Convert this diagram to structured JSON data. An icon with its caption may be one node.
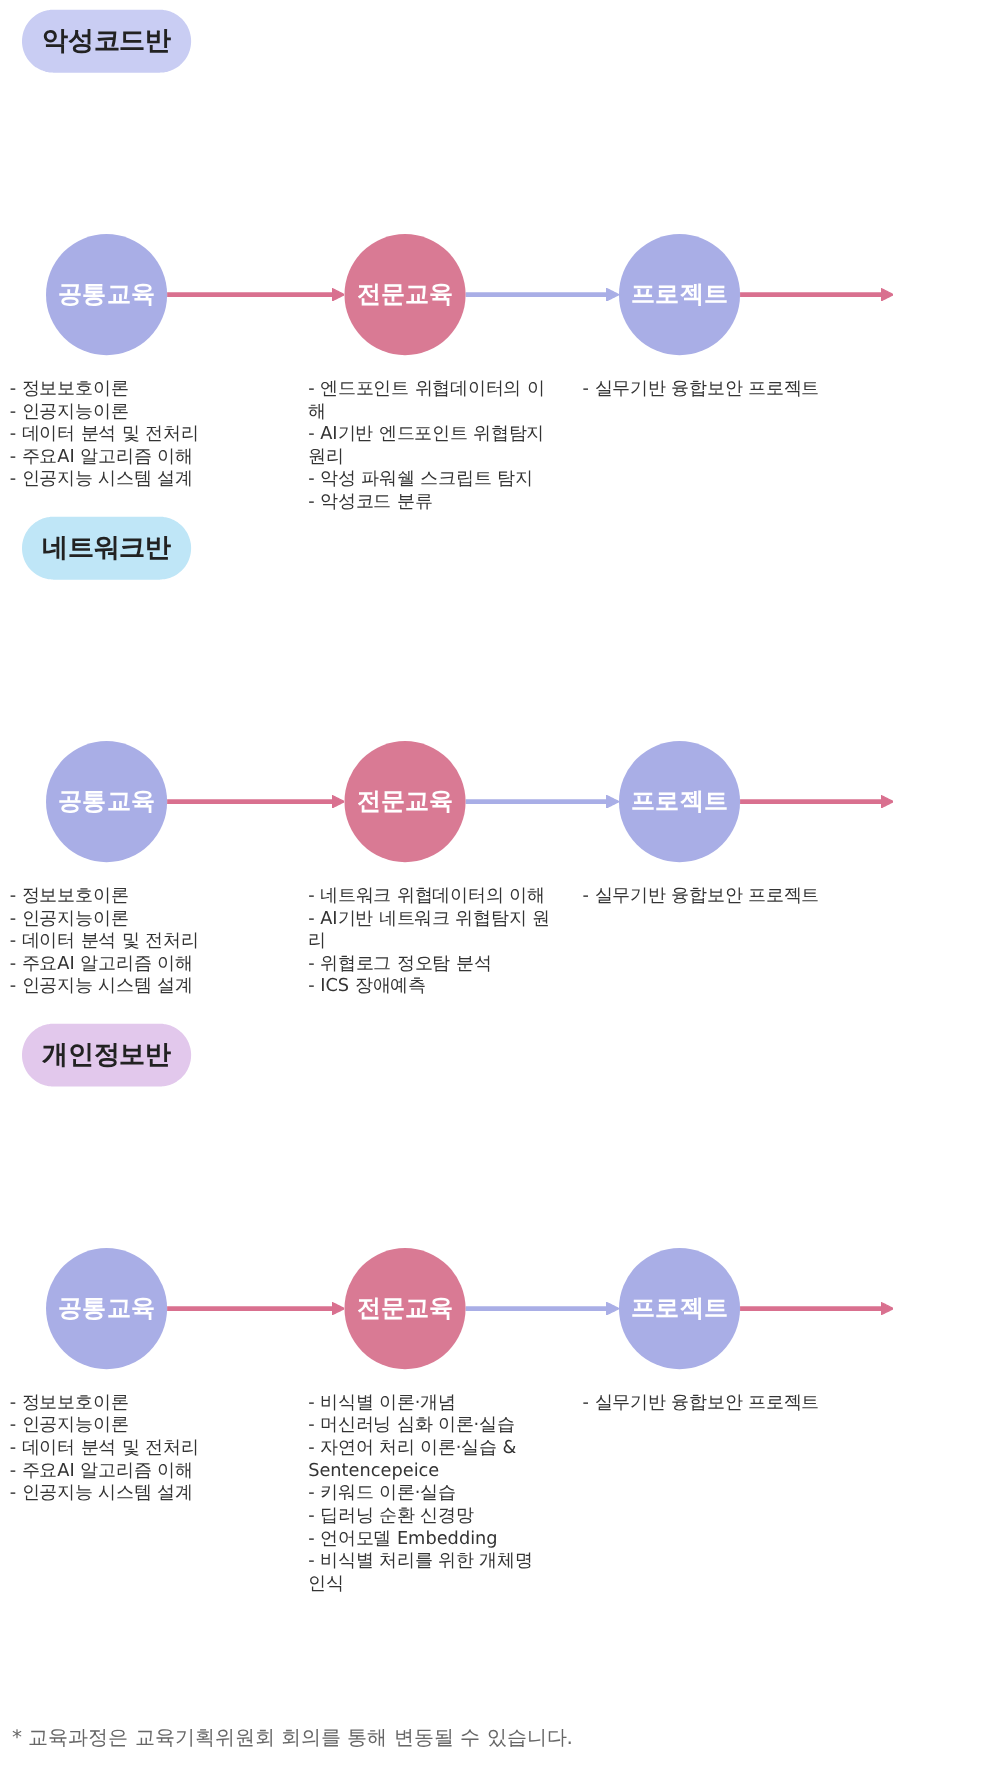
{
  "diagram": {
    "caption": "* 교육과정은 교육기획위원회 회의를 통해 변동될 수 있습니다.",
    "nodes": [
      {
        "text": [
          "악성코드반"
        ]
      },
      {
        "text": [
          "공통교육"
        ],
        "beside": [
          "- 정보보호이론",
          "- 인공지능이론",
          "- 데이터 분석 및 전처리",
          "- 주요AI 알고리즘 이해",
          "- 인공지능 시스템 설계"
        ]
      },
      {
        "text": [
          "전문교육"
        ],
        "beside": [
          "- 엔드포인트 위협데이터의 이해",
          "- AI기반 엔드포인트 위협탐지 원리",
          "- 악성 파워쉘 스크립트 탐지",
          "- 악성코드 분류"
        ]
      },
      {
        "text": [
          "프로젝트"
        ],
        "beside": [
          "- 실무기반 융합보안 프로젝트"
        ]
      },
      {
        "text": [
          "네트워크반"
        ]
      },
      {
        "text": [
          "공통교육"
        ],
        "beside": [
          "- 정보보호이론",
          "- 인공지능이론",
          "- 데이터 분석 및 전처리",
          "- 주요AI 알고리즘 이해",
          "- 인공지능 시스템 설계"
        ]
      },
      {
        "text": [
          "전문교육"
        ],
        "beside": [
          "- 네트워크 위협데이터의 이해",
          "- AI기반 네트워크 위협탐지 원리",
          "- 위협로그 정오탐 분석",
          "- ICS 장애예측"
        ]
      },
      {
        "text": [
          "프로젝트"
        ],
        "beside": [
          "- 실무기반 융합보안 프로젝트"
        ]
      },
      {
        "text": [
          "개인정보반"
        ]
      },
      {
        "text": [
          "공통교육"
        ],
        "beside": [
          "- 정보보호이론",
          "- 인공지능이론",
          "- 데이터 분석 및 전처리",
          "- 주요AI 알고리즘 이해",
          "- 인공지능 시스템 설계"
        ]
      },
      {
        "text": [
          "전문교육"
        ],
        "beside": [
          "- 비식별 이론·개념",
          "- 머신러닝 심화 이론·실습",
          "- 자연어 처리 이론·실습 & Sentencepeice",
          "- 키워드 이론·실습",
          "- 딥러닝 순환 신경망",
          "- 언어모델 Embedding",
          "- 비식별 처리를 위한 개체명 인식"
        ]
      },
      {
        "text": [
          "프로젝트"
        ],
        "beside": [
          "- 실무기반 융합보안 프로젝트"
        ]
      }
    ],
    "edges": [
      {
        "from": 1,
        "to": 2,
        "arrow": "to",
        "color": "#d9708f"
      },
      {
        "from": 2,
        "to": 3,
        "arrow": "to",
        "color": "#a9aee6"
      },
      {
        "from": 3,
        "to": null,
        "arrow": "to",
        "color": "#d9708f"
      },
      {
        "from": 5,
        "to": 6,
        "arrow": "to",
        "color": "#d9708f"
      },
      {
        "from": 6,
        "to": 7,
        "arrow": "to",
        "color": "#a9aee6"
      },
      {
        "from": 7,
        "to": null,
        "arrow": "to",
        "color": "#d9708f"
      },
      {
        "from": 9,
        "to": 10,
        "arrow": "to",
        "color": "#d9708f"
      },
      {
        "from": 10,
        "to": 11,
        "arrow": "to",
        "color": "#a9aee6"
      },
      {
        "from": 11,
        "to": null,
        "arrow": "to",
        "color": "#d9708f"
      }
    ]
  }
}
